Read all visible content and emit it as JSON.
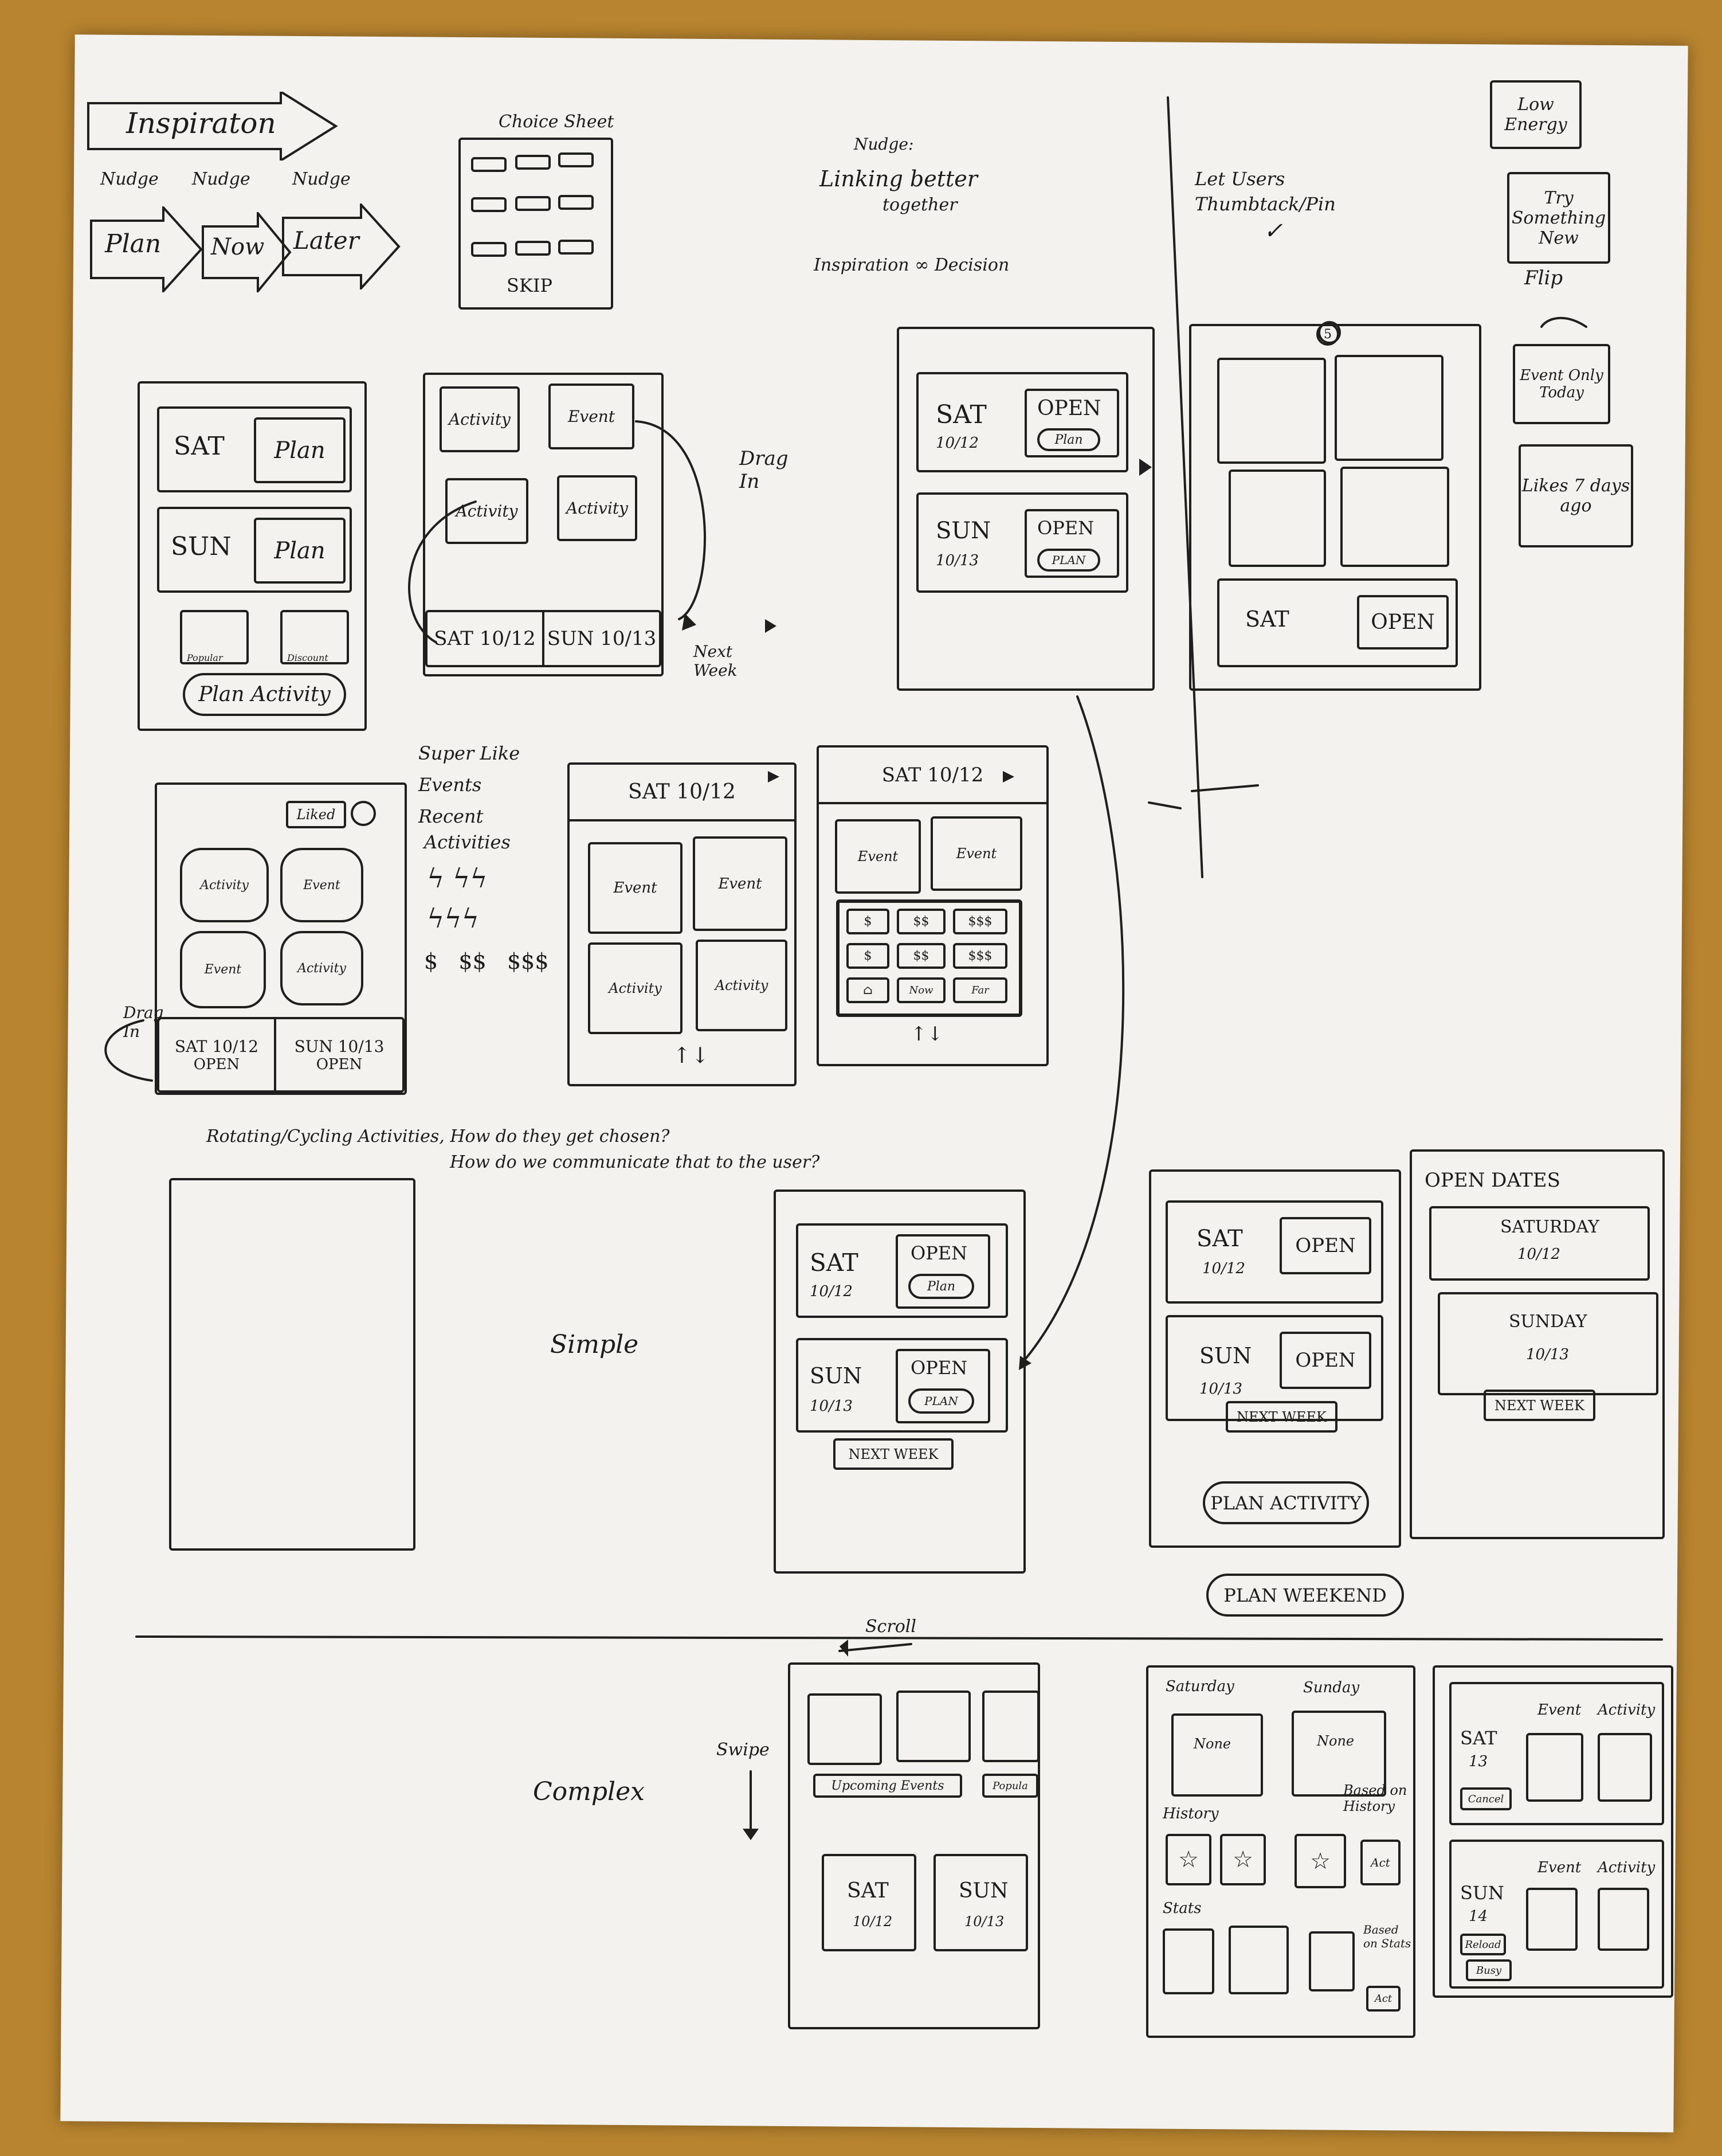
{
  "flow": {
    "inspiration": "Inspiraton",
    "nudge": "Nudge",
    "plan": "Plan",
    "now": "Now",
    "later": "Later"
  },
  "choice_sheet": {
    "title": "Choice Sheet",
    "skip": "SKIP"
  },
  "linking": {
    "nudge": "Nudge:",
    "line1": "Linking better",
    "line2": "together",
    "line3": "Inspiration ∞ Decision"
  },
  "thumbtack": {
    "text": "Let Users Thumbtack/Pin",
    "check": "✓"
  },
  "side_cards": {
    "low_energy": "Low Energy",
    "try_new": "Try Something New",
    "flip": "Flip",
    "event_today": "Event Only Today",
    "likes": "Likes 7 days ago"
  },
  "screen1": {
    "sat": "SAT",
    "sun": "SUN",
    "plan": "Plan",
    "popular": "Popular",
    "discount": "Discount",
    "plan_activity": "Plan Activity"
  },
  "screen2": {
    "activity": "Activity",
    "event": "Event",
    "sat": "SAT 10/12",
    "sun": "SUN 10/13",
    "drag_in": "Drag In",
    "next_week": "Next Week"
  },
  "screen3": {
    "sat": "SAT",
    "sat_date": "10/12",
    "sun": "SUN",
    "sun_date": "10/13",
    "open": "OPEN",
    "plan": "Plan",
    "plan_caps": "PLAN"
  },
  "screen4": {
    "sat": "SAT",
    "open": "OPEN",
    "badge": "5"
  },
  "screen5": {
    "liked": "Liked",
    "activity": "Activity",
    "event": "Event",
    "sat": "SAT 10/12",
    "sun": "SUN 10/13",
    "open": "OPEN",
    "drag_in": "Drag In"
  },
  "superlike": {
    "line1": "Super Like",
    "line2": "Events",
    "line3": "Recent",
    "line4": "Activities",
    "bolts1": "ϟ  ϟϟ",
    "bolts2": "ϟϟϟ",
    "dollars": "$   $$   $$$"
  },
  "screen6": {
    "header": "SAT 10/12",
    "event": "Event",
    "activity": "Activity",
    "scroll": "↑↓"
  },
  "screen7": {
    "header": "SAT 10/12",
    "event": "Event",
    "d1": "$",
    "d2": "$$",
    "d3": "$$$",
    "now": "Now",
    "far": "Far",
    "scroll": "↑↓"
  },
  "rotating": {
    "line1": "Rotating/Cycling Activities, How do they get chosen?",
    "line2": "How do we communicate that to the user?"
  },
  "simple": "Simple",
  "complex": "Complex",
  "screen8": {
    "sat": "SAT",
    "sat_date": "10/12",
    "sun": "SUN",
    "sun_date": "10/13",
    "open": "OPEN",
    "plan": "Plan",
    "plan_caps": "PLAN",
    "next_week": "NEXT WEEK"
  },
  "screen9": {
    "sat": "SAT",
    "sat_date": "10/12",
    "sun": "SUN",
    "sun_date": "10/13",
    "open": "OPEN",
    "next_week": "NEXT WEEK",
    "plan_activity": "PLAN ACTIVITY"
  },
  "screen10": {
    "title": "OPEN DATES",
    "saturday": "SATURDAY",
    "sat_date": "10/12",
    "sunday": "SUNDAY",
    "sun_date": "10/13",
    "next_week": "NEXT WEEK"
  },
  "plan_weekend": "PLAN WEEKEND",
  "screen11": {
    "scroll": "Scroll",
    "swipe": "Swipe",
    "upcoming": "Upcoming Events",
    "popular": "Popula",
    "sat": "SAT",
    "sat_date": "10/12",
    "sun": "SUN",
    "sun_date": "10/13"
  },
  "screen12": {
    "saturday": "Saturday",
    "sunday": "Sunday",
    "none": "None",
    "history": "History",
    "based_on_history": "Based on History",
    "stats": "Stats",
    "based_on_stats": "Based on Stats",
    "act": "Act"
  },
  "screen13": {
    "sat": "SAT",
    "sat_num": "13",
    "sun": "SUN",
    "sun_num": "14",
    "event": "Event",
    "activity": "Activity",
    "cancel": "Cancel",
    "reload": "Reload",
    "busy": "Busy"
  }
}
